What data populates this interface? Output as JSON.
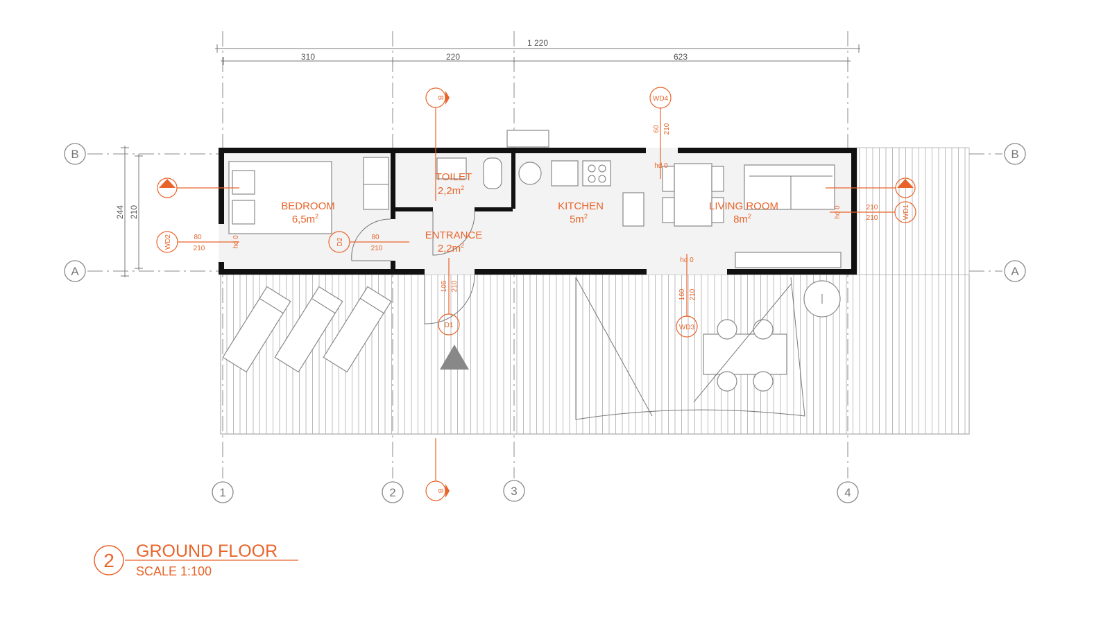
{
  "dimensions": {
    "overall": "1 220",
    "segments": [
      "310",
      "220",
      "623"
    ],
    "height_outer": "244",
    "height_inner": "210"
  },
  "grid": {
    "columns": [
      "1",
      "2",
      "3",
      "4"
    ],
    "rows": [
      "B",
      "A"
    ]
  },
  "sections": {
    "b": "B",
    "a": "A"
  },
  "rooms": [
    {
      "name": "BEDROOM",
      "area": "6,5m",
      "sup": "2"
    },
    {
      "name": "TOILET",
      "area": "2,2m",
      "sup": "2"
    },
    {
      "name": "ENTRANCE",
      "area": "2,2m",
      "sup": "2"
    },
    {
      "name": "KITCHEN",
      "area": "5m",
      "sup": "2"
    },
    {
      "name": "LIVING ROOM",
      "area": "8m",
      "sup": "2"
    }
  ],
  "openings": {
    "wd2": {
      "tag": "WD2",
      "w": "80",
      "h": "210",
      "hd": "hd 0"
    },
    "d2": {
      "tag": "D2",
      "w": "80",
      "h": "210"
    },
    "d1": {
      "tag": "D1",
      "w": "105",
      "h": "210"
    },
    "wd4": {
      "tag": "WD4",
      "w": "60",
      "h": "210",
      "hd": "hd 0"
    },
    "wd3": {
      "tag": "WD3",
      "w": "160",
      "h": "210",
      "hd": "hd 0"
    },
    "wd1": {
      "tag": "WD1",
      "w": "210",
      "h": "210",
      "hd": "hd 0"
    }
  },
  "title": {
    "number": "2",
    "name": "GROUND FLOOR",
    "scale": "SCALE 1:100"
  },
  "colors": {
    "accent": "#e8642a",
    "wall": "#111111",
    "line": "#888888"
  }
}
